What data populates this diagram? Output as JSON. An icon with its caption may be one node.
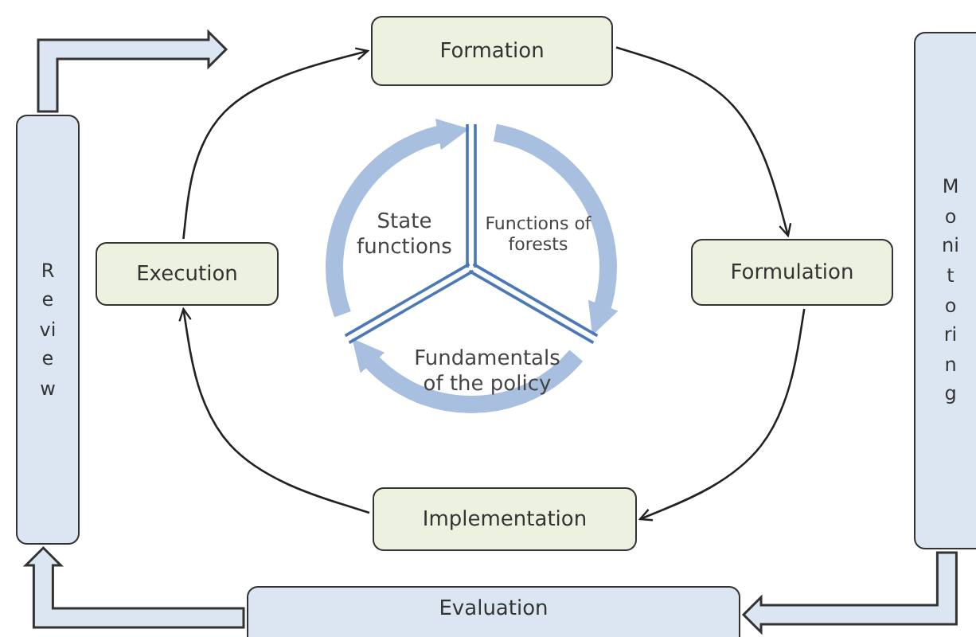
{
  "diagram": {
    "nodes": [
      {
        "text": [
          "Formation"
        ]
      },
      {
        "text": [
          "Formulation"
        ]
      },
      {
        "text": [
          "Implementation"
        ]
      },
      {
        "text": [
          "Execution"
        ]
      },
      {
        "text": [
          "Review"
        ]
      },
      {
        "text": [
          "Monitoring"
        ]
      },
      {
        "text": [
          "Evaluation"
        ]
      }
    ],
    "edges": [
      {
        "from": 0,
        "to": 1,
        "arrow": "to"
      },
      {
        "from": 1,
        "to": 2,
        "arrow": "to"
      },
      {
        "from": 2,
        "to": 3,
        "arrow": "to"
      },
      {
        "from": 3,
        "to": 0,
        "arrow": "to"
      },
      {
        "from": 4,
        "to": null,
        "arrow": "to",
        "style": "thick",
        "color": "#dce6f2"
      },
      {
        "from": 5,
        "to": 6,
        "arrow": "to",
        "style": "thick",
        "color": "#dce6f2"
      },
      {
        "from": 6,
        "to": 4,
        "arrow": "to",
        "style": "thick",
        "color": "#dce6f2"
      }
    ],
    "labels": [
      "State functions",
      "Functions of forests",
      "Fundamentals of the policy"
    ]
  }
}
